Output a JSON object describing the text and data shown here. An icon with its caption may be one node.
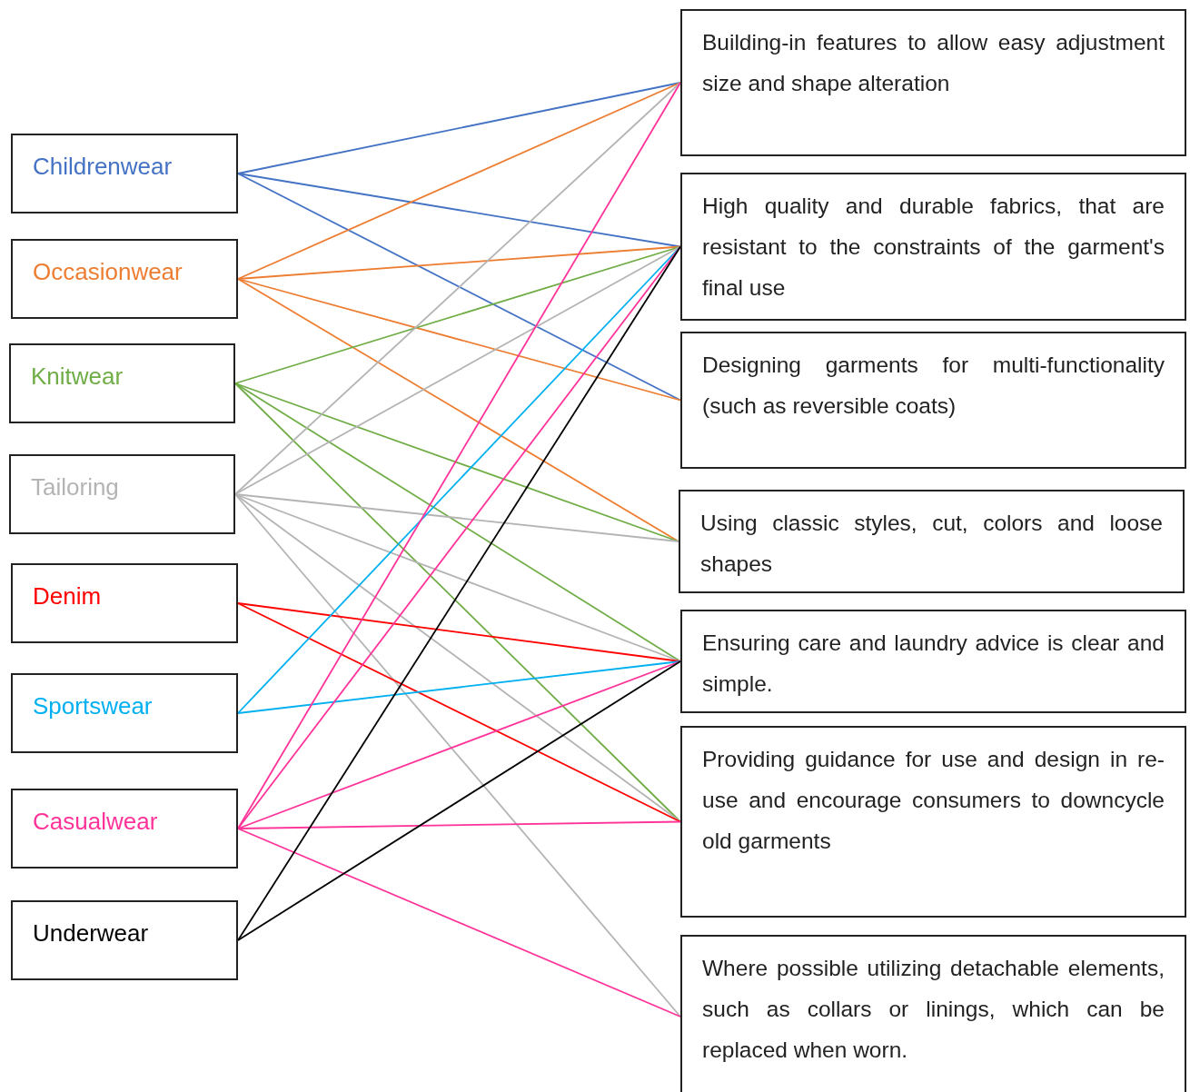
{
  "diagram": {
    "nodes": [
      {
        "text": [
          "Childrenwear"
        ]
      },
      {
        "text": [
          "Occasionwear"
        ]
      },
      {
        "text": [
          "Knitwear"
        ]
      },
      {
        "text": [
          "Tailoring"
        ]
      },
      {
        "text": [
          "Denim"
        ]
      },
      {
        "text": [
          "Sportswear"
        ]
      },
      {
        "text": [
          "Casualwear"
        ]
      },
      {
        "text": [
          "Underwear"
        ]
      },
      {
        "text": [
          "Building-in features to allow easy adjustment size and shape alteration"
        ]
      },
      {
        "text": [
          "High quality and durable fabrics, that are resistant to the constraints of the garment's final use"
        ]
      },
      {
        "text": [
          "Designing garments for multi-functionality (such as reversible coats)"
        ]
      },
      {
        "text": [
          "Using classic styles, cut, colors and loose shapes"
        ]
      },
      {
        "text": [
          "Ensuring care and laundry advice is clear and simple."
        ]
      },
      {
        "text": [
          "Providing guidance for use and design in re-use and encourage consumers to downcycle old garments"
        ]
      },
      {
        "text": [
          "Where possible utilizing detachable elements, such as collars or linings, which can be replaced when worn."
        ]
      }
    ],
    "edges": [
      {
        "from": 0,
        "to": 8,
        "arrow": "none",
        "color": "#4472c4"
      },
      {
        "from": 0,
        "to": 9,
        "arrow": "none",
        "color": "#4472c4"
      },
      {
        "from": 0,
        "to": 10,
        "arrow": "none",
        "color": "#4472c4"
      },
      {
        "from": 1,
        "to": 8,
        "arrow": "none",
        "color": "#ed7d31"
      },
      {
        "from": 1,
        "to": 9,
        "arrow": "none",
        "color": "#ed7d31"
      },
      {
        "from": 1,
        "to": 10,
        "arrow": "none",
        "color": "#ed7d31"
      },
      {
        "from": 1,
        "to": 11,
        "arrow": "none",
        "color": "#ed7d31"
      },
      {
        "from": 2,
        "to": 9,
        "arrow": "none",
        "color": "#70ad47"
      },
      {
        "from": 2,
        "to": 11,
        "arrow": "none",
        "color": "#70ad47"
      },
      {
        "from": 2,
        "to": 12,
        "arrow": "none",
        "color": "#70ad47"
      },
      {
        "from": 2,
        "to": 13,
        "arrow": "none",
        "color": "#70ad47"
      },
      {
        "from": 3,
        "to": 8,
        "arrow": "none",
        "color": "#b4b4b4"
      },
      {
        "from": 3,
        "to": 9,
        "arrow": "none",
        "color": "#b4b4b4"
      },
      {
        "from": 3,
        "to": 11,
        "arrow": "none",
        "color": "#b4b4b4"
      },
      {
        "from": 3,
        "to": 12,
        "arrow": "none",
        "color": "#b4b4b4"
      },
      {
        "from": 3,
        "to": 13,
        "arrow": "none",
        "color": "#b4b4b4"
      },
      {
        "from": 3,
        "to": 14,
        "arrow": "none",
        "color": "#b4b4b4"
      },
      {
        "from": 4,
        "to": 12,
        "arrow": "none",
        "color": "#ff0000"
      },
      {
        "from": 4,
        "to": 13,
        "arrow": "none",
        "color": "#ff0000"
      },
      {
        "from": 5,
        "to": 9,
        "arrow": "none",
        "color": "#00b0f0"
      },
      {
        "from": 5,
        "to": 12,
        "arrow": "none",
        "color": "#00b0f0"
      },
      {
        "from": 6,
        "to": 8,
        "arrow": "none",
        "color": "#ff3399"
      },
      {
        "from": 6,
        "to": 9,
        "arrow": "none",
        "color": "#ff3399"
      },
      {
        "from": 6,
        "to": 12,
        "arrow": "none",
        "color": "#ff3399"
      },
      {
        "from": 6,
        "to": 13,
        "arrow": "none",
        "color": "#ff3399"
      },
      {
        "from": 6,
        "to": 14,
        "arrow": "none",
        "color": "#ff3399"
      },
      {
        "from": 7,
        "to": 9,
        "arrow": "none",
        "color": "#000000"
      },
      {
        "from": 7,
        "to": 12,
        "arrow": "none",
        "color": "#000000"
      }
    ]
  }
}
